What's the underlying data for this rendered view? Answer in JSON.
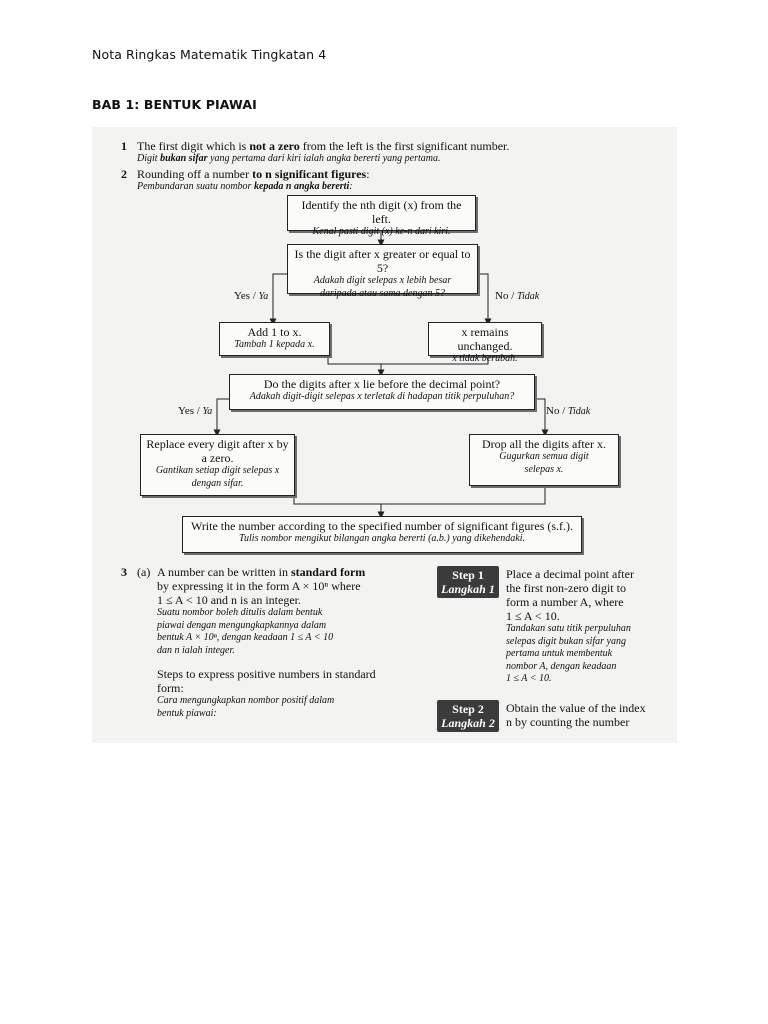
{
  "header": {
    "title": "Nota Ringkas Matematik Tingkatan 4",
    "chapter": "BAB 1: BENTUK PIAWAI"
  },
  "item1": {
    "num": "1",
    "en_pre": "The first digit which is ",
    "en_bold": "not a zero",
    "en_post": " from the left is the first significant number.",
    "ms_pre": "Digit ",
    "ms_bold": "bukan sifar",
    "ms_post": " yang pertama dari kiri ialah angka bererti yang pertama."
  },
  "item2": {
    "num": "2",
    "en_pre": "Rounding off a number ",
    "en_bold": "to n significant figures",
    "en_post": ":",
    "ms_pre": "Pembundaran suatu nombor ",
    "ms_bold": "kepada n angka bererti",
    "ms_post": ":"
  },
  "flow": {
    "identify_en": "Identify the nth digit (x) from the left.",
    "identify_ms": "Kenal pasti digit (x) ke-n dari kiri.",
    "q1_en": "Is the digit after x greater or equal to 5?",
    "q1_ms1": "Adakah digit selepas x lebih besar",
    "q1_ms2": "daripada atau sama dengan 5?",
    "yes1": "Yes / ",
    "yes1_ms": "Ya",
    "no1": "No / ",
    "no1_ms": "Tidak",
    "add_en": "Add 1 to x.",
    "add_ms": "Tambah 1 kepada x.",
    "unch_en": "x remains unchanged.",
    "unch_ms": "x tidak berubah.",
    "q2_en": "Do the digits after x lie before the decimal point?",
    "q2_ms": "Adakah digit-digit selepas x terletak di hadapan titik perpuluhan?",
    "yes2": "Yes / ",
    "yes2_ms": "Ya",
    "no2": "No / ",
    "no2_ms": "Tidak",
    "replace_en1": "Replace every digit after x by",
    "replace_en2": "a zero.",
    "replace_ms1": "Gantikan setiap digit selepas x",
    "replace_ms2": "dengan sifar.",
    "drop_en": "Drop all the digits after x.",
    "drop_ms1": "Gugurkan semua digit",
    "drop_ms2": "selepas x.",
    "write_en": "Write the number according to the specified number of significant figures (s.f.).",
    "write_ms": "Tulis nombor mengikut bilangan angka bererti (a.b.) yang dikehendaki."
  },
  "item3": {
    "num": "3",
    "part": "(a)",
    "en1_pre": "A number can be written in ",
    "en1_bold": "standard form",
    "en2": "by expressing it in the form A × 10ⁿ where",
    "en3": "1 ≤ A < 10 and n is an integer.",
    "ms1": "Suatu nombor boleh ditulis dalam bentuk",
    "ms2": "piawai dengan mengungkapkannya dalam",
    "ms3": "bentuk A × 10ⁿ, dengan keadaan 1 ≤ A < 10",
    "ms4": "dan n ialah integer.",
    "steps_en1": "Steps to express positive numbers in standard",
    "steps_en2": "form:",
    "steps_ms1": "Cara mengungkapkan nombor positif dalam",
    "steps_ms2": "bentuk piawai:"
  },
  "steps": [
    {
      "label": "Step 1",
      "label_ms": "Langkah 1",
      "en": [
        "Place a decimal point after",
        "the first non-zero digit to",
        "form a number A, where",
        "1 ≤ A < 10."
      ],
      "ms": [
        "Tandakan satu titik perpuluhan",
        "selepas digit bukan sifar yang",
        "pertama untuk membentuk",
        "nombor A, dengan keadaan",
        "1 ≤ A < 10."
      ]
    },
    {
      "label": "Step 2",
      "label_ms": "Langkah 2",
      "en": [
        "Obtain the value of the index",
        "n by counting the number"
      ],
      "ms": []
    }
  ],
  "colors": {
    "scan_bg": "#f3f3f1",
    "badge": "#3b3b3b",
    "ink": "#111111"
  }
}
